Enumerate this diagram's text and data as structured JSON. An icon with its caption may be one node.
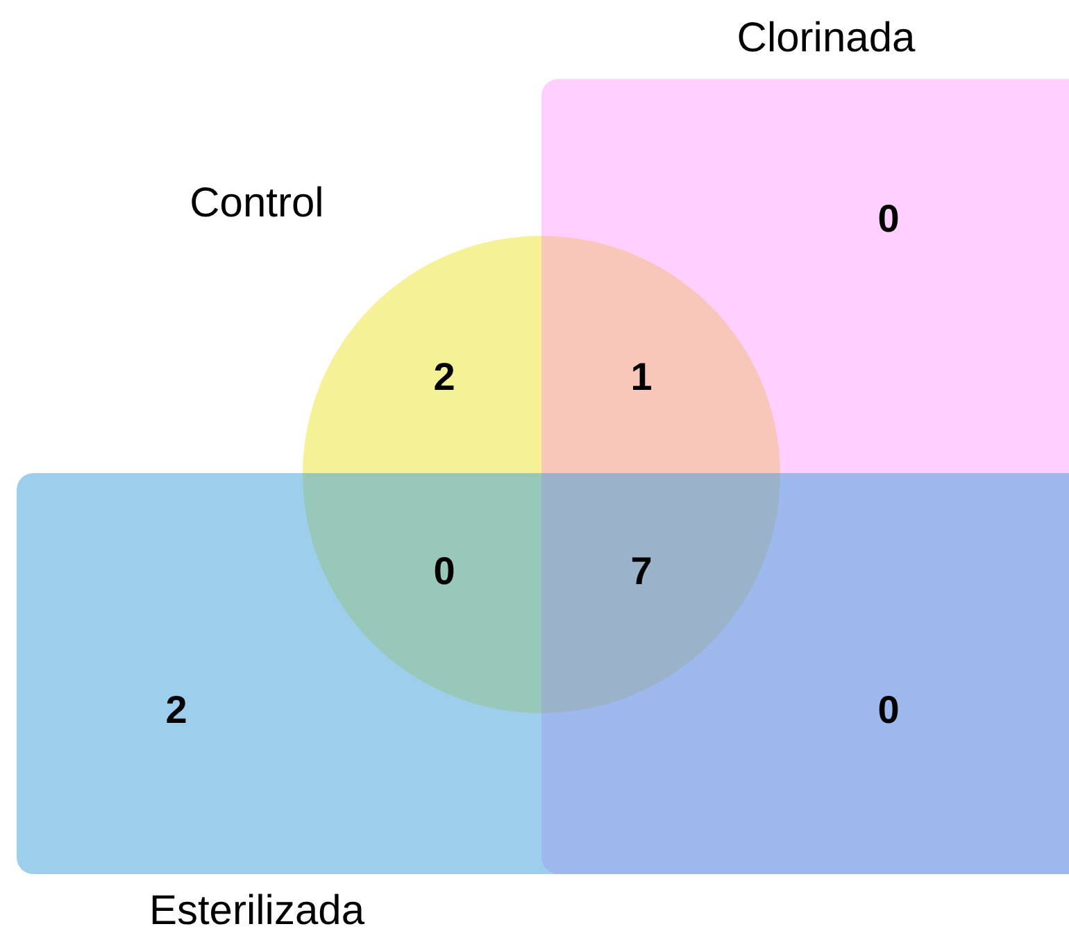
{
  "diagram": {
    "nodes": [
      {
        "text": [
          "Control"
        ]
      },
      {
        "text": [
          "Clorinada"
        ]
      },
      {
        "text": [
          "Esterilizada"
        ]
      }
    ],
    "labels": [
      "0",
      "2",
      "1",
      "0",
      "7",
      "2",
      "0"
    ]
  }
}
